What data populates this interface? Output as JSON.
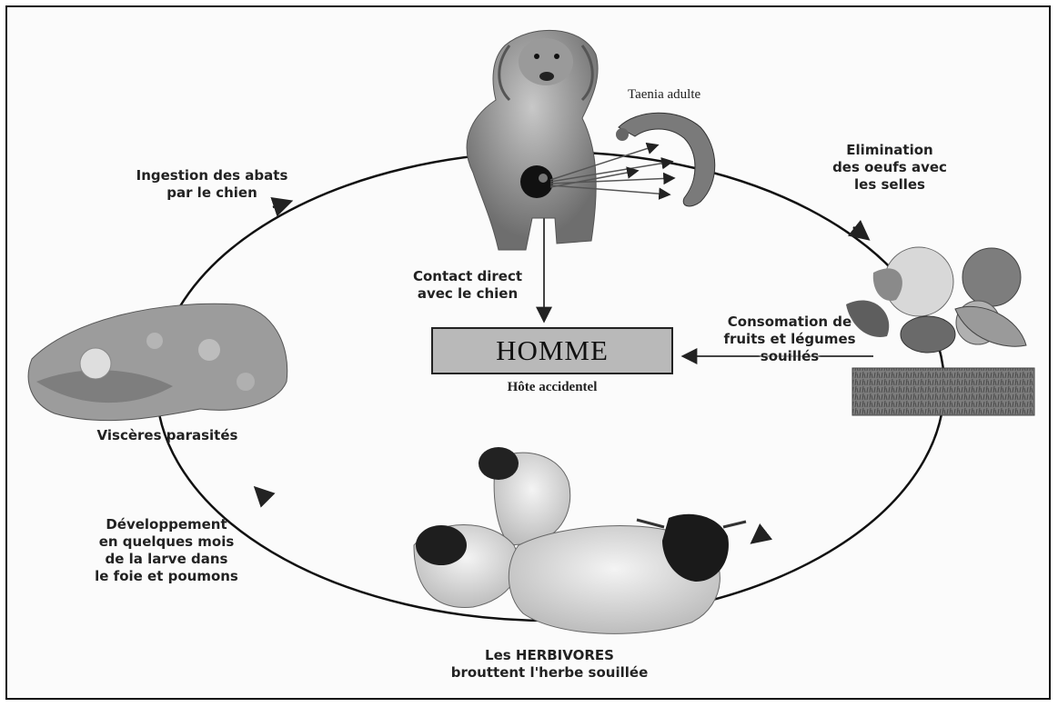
{
  "diagram": {
    "center_box": "HOMME",
    "center_caption": "Hôte accidentel",
    "tapeworm_label": "Taenia adulte",
    "labels": {
      "ingestion": [
        "Ingestion des abats",
        "par le chien"
      ],
      "elimination": [
        "Elimination",
        "des oeufs avec",
        "les selles"
      ],
      "contact": [
        "Contact direct",
        "avec le chien"
      ],
      "consommation": [
        "Consomation de",
        "fruits et légumes",
        "souillés"
      ],
      "visceres": "Viscères parasités",
      "developpement": [
        "Développement",
        "en quelques mois",
        "de la larve dans",
        "le foie et poumons"
      ],
      "herbivores": [
        "Les HERBIVORES",
        "brouttent l'herbe souillée"
      ]
    },
    "pictures": [
      "dog",
      "tapeworm",
      "fruits-and-vegetables",
      "grass",
      "sheep",
      "parasitized-liver"
    ]
  }
}
